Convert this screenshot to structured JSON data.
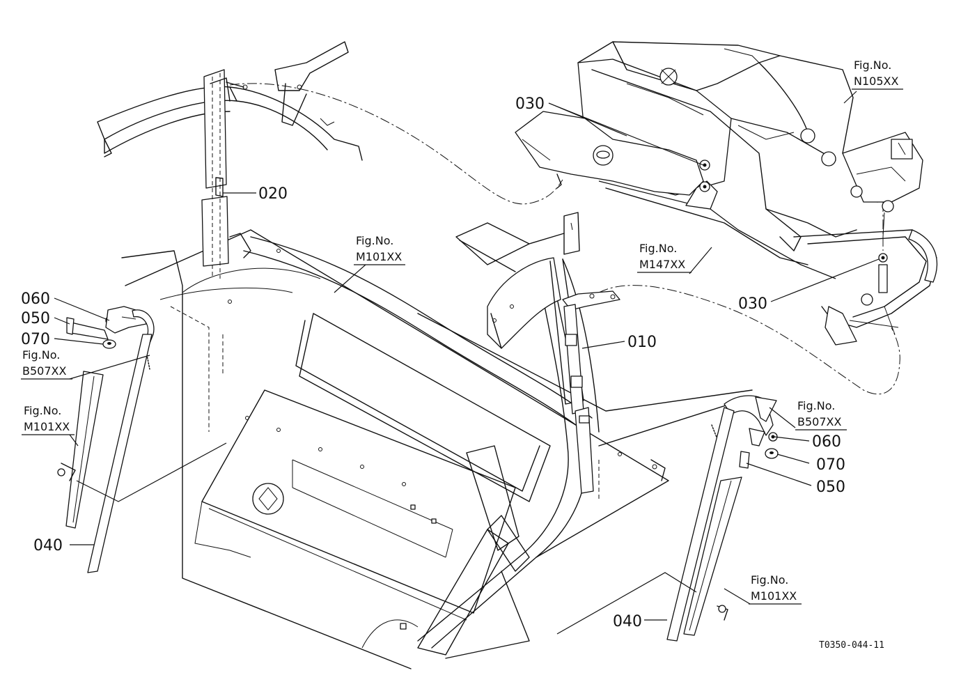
{
  "parts": [
    {
      "id": "p010",
      "number": "010"
    },
    {
      "id": "p020",
      "number": "020"
    },
    {
      "id": "p030a",
      "number": "030"
    },
    {
      "id": "p030b",
      "number": "030"
    },
    {
      "id": "p040a",
      "number": "040"
    },
    {
      "id": "p040b",
      "number": "040"
    },
    {
      "id": "p050a",
      "number": "050"
    },
    {
      "id": "p050b",
      "number": "050"
    },
    {
      "id": "p060a",
      "number": "060"
    },
    {
      "id": "p060b",
      "number": "060"
    },
    {
      "id": "p070a",
      "number": "070"
    },
    {
      "id": "p070b",
      "number": "070"
    }
  ],
  "figure_refs": [
    {
      "id": "f1",
      "caption": "Fig.No.",
      "code": "N105XX"
    },
    {
      "id": "f2",
      "caption": "Fig.No.",
      "code": "M101XX"
    },
    {
      "id": "f3",
      "caption": "Fig.No.",
      "code": "M147XX"
    },
    {
      "id": "f4",
      "caption": "Fig.No.",
      "code": "B507XX"
    },
    {
      "id": "f5",
      "caption": "Fig.No.",
      "code": "M101XX"
    },
    {
      "id": "f6",
      "caption": "Fig.No.",
      "code": "B507XX"
    },
    {
      "id": "f7",
      "caption": "Fig.No.",
      "code": "M101XX"
    }
  ],
  "drawing_code": "T0350-044-11"
}
